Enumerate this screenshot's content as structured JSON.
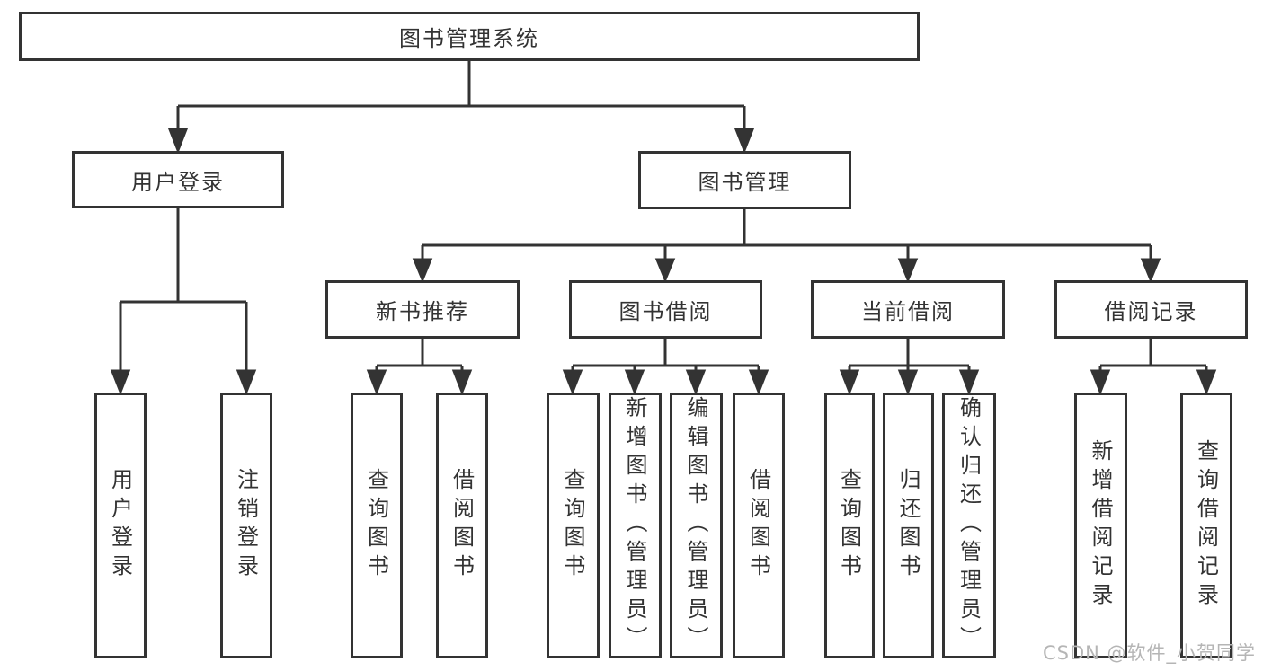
{
  "tree": {
    "label": "图书管理系统",
    "children": [
      {
        "label": "用户登录",
        "children": [
          {
            "label": "用户登录"
          },
          {
            "label": "注销登录"
          }
        ]
      },
      {
        "label": "图书管理",
        "children": [
          {
            "label": "新书推荐",
            "children": [
              {
                "label": "查询图书"
              },
              {
                "label": "借阅图书"
              }
            ]
          },
          {
            "label": "图书借阅",
            "children": [
              {
                "label": "查询图书"
              },
              {
                "label": "新增图书（管理员）"
              },
              {
                "label": "编辑图书（管理员）"
              },
              {
                "label": "借阅图书"
              }
            ]
          },
          {
            "label": "当前借阅",
            "children": [
              {
                "label": "查询图书"
              },
              {
                "label": "归还图书"
              },
              {
                "label": "确认归还（管理员）"
              }
            ]
          },
          {
            "label": "借阅记录",
            "children": [
              {
                "label": "新增借阅记录"
              },
              {
                "label": "查询借阅记录"
              }
            ]
          }
        ]
      }
    ]
  },
  "watermark": "CSDN @软件_小贺同学",
  "colors": {
    "line": "#333333",
    "text": "#333333",
    "box_background": "#ffffff",
    "watermark_text": "#b5b5b5"
  }
}
